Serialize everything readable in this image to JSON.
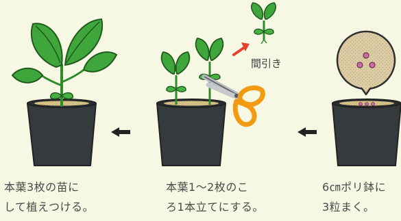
{
  "steps": [
    {
      "line1": "本葉3枚の苗に",
      "line2": "して植えつける。"
    },
    {
      "line1": "本葉1〜2枚のこ",
      "line2": "ろ1本立てにする。"
    },
    {
      "line1": "6㎝ポリ鉢に",
      "line2": "3粒まく。"
    }
  ],
  "thinning_label": "間引き",
  "colors": {
    "background": "#f7f8e3",
    "pot": "#353a3d",
    "soil": "#d8c48a",
    "leaf": "#3fa63c",
    "leaf_vein": "#1f5a1d",
    "scissors_handle": "#f29a12",
    "arrow_red": "#e8412f",
    "seed": "#c96fa5",
    "bubble": "#d9c9a1"
  },
  "icons": [
    "left-arrow-icon",
    "scissors-icon",
    "red-arrow-icon",
    "seed-bubble-icon"
  ]
}
